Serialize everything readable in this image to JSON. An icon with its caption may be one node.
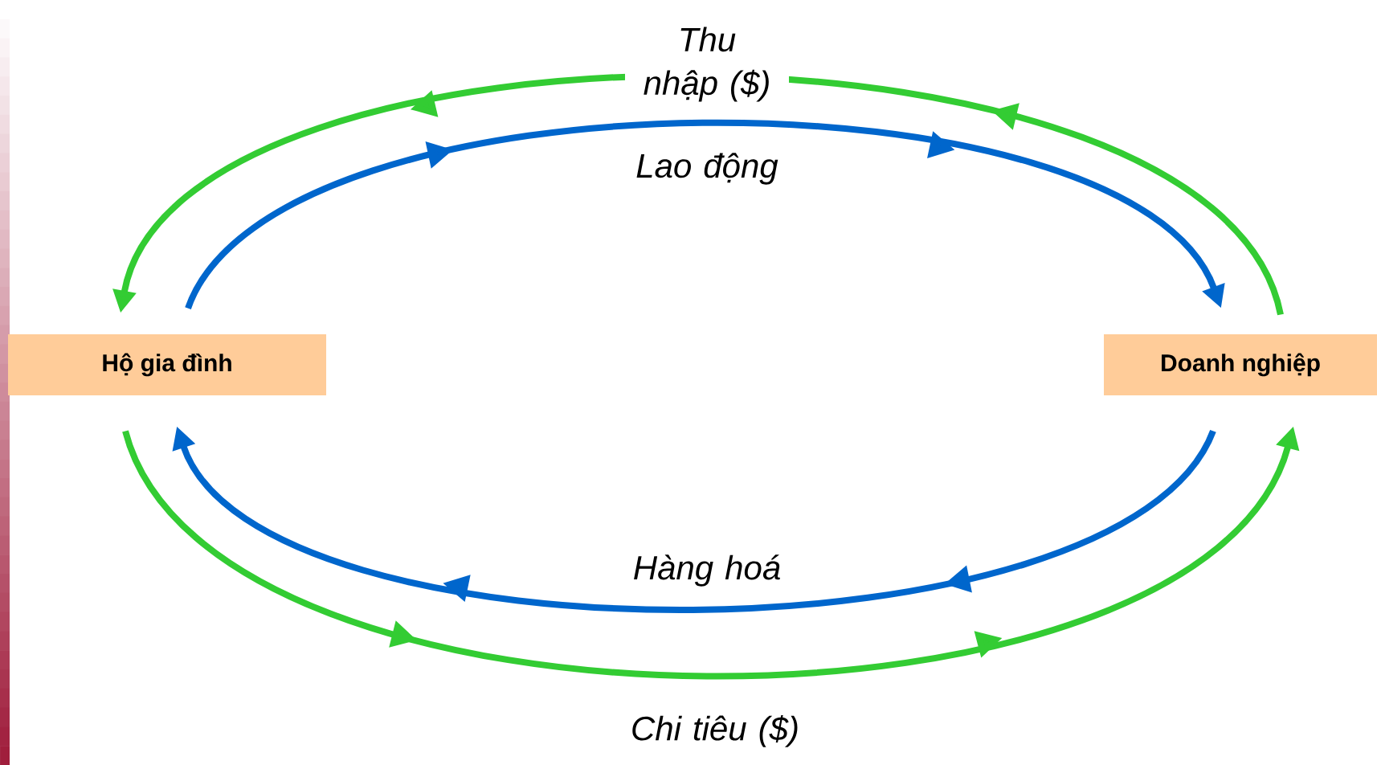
{
  "diagram": {
    "nodes": [
      {
        "text": [
          "Hộ gia đình"
        ]
      },
      {
        "text": [
          "Doanh nghiệp"
        ]
      }
    ],
    "edges": [
      {
        "from": 1,
        "to": 0,
        "arrow": "to",
        "label": "Thu nhập ($)",
        "color": "#33cc33"
      },
      {
        "from": 0,
        "to": 1,
        "arrow": "to",
        "label": "Lao động",
        "color": "#0066cc"
      },
      {
        "from": 1,
        "to": 0,
        "arrow": "to",
        "label": "Hàng hoá",
        "color": "#0066cc"
      },
      {
        "from": 0,
        "to": 1,
        "arrow": "to",
        "label": "Chi tiêu ($)",
        "color": "#33cc33"
      }
    ]
  }
}
